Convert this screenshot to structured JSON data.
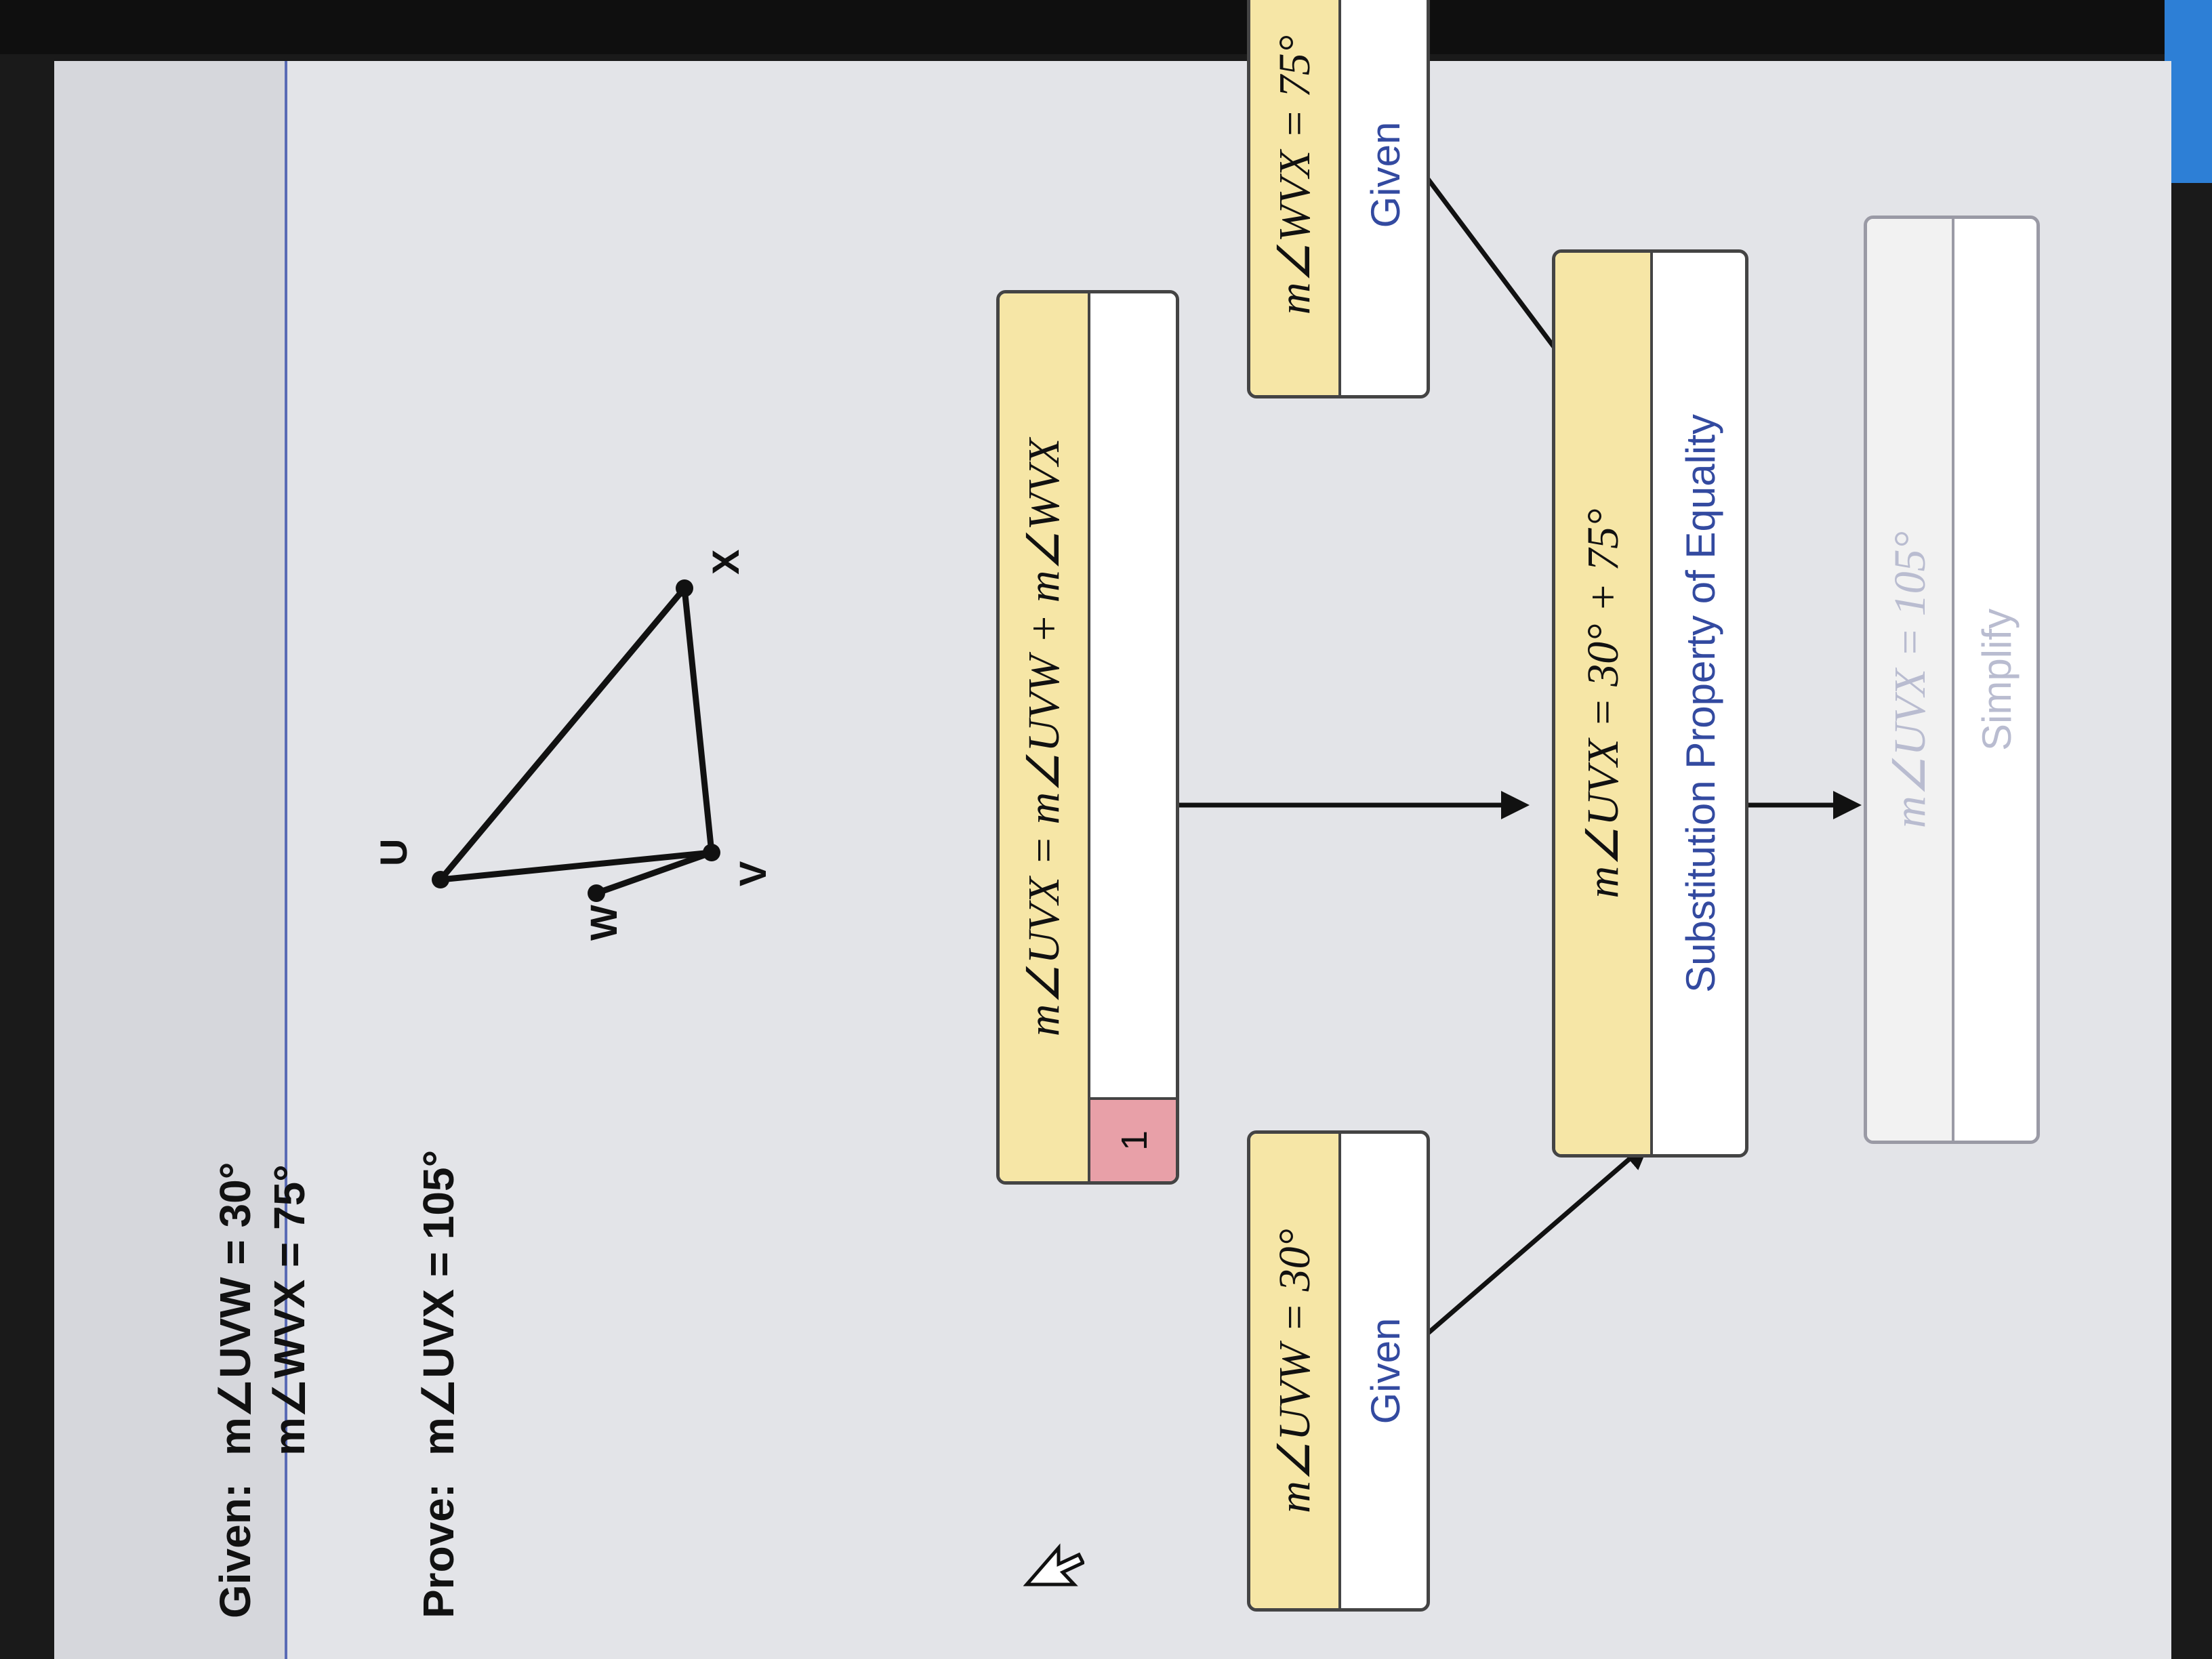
{
  "given": {
    "label": "Given:",
    "line1": "m∠UVW = 30°",
    "line2": "m∠WVX = 75°"
  },
  "prove": {
    "label": "Prove:",
    "statement": "m∠UVX = 105°"
  },
  "figure": {
    "points": {
      "u": "U",
      "w": "W",
      "v": "V",
      "x": "X"
    }
  },
  "proof": {
    "box_main": {
      "statement": "m∠UVX = m∠UVW + m∠WVX",
      "reason_number": "1",
      "reason": ""
    },
    "box_given1": {
      "statement": "m∠UVW = 30°",
      "reason": "Given"
    },
    "box_given2": {
      "statement": "m∠WVX = 75°",
      "reason": "Given"
    },
    "box_subst": {
      "statement": "m∠UVX = 30° + 75°",
      "reason": "Substitution Property of Equality"
    },
    "box_final": {
      "statement": "m∠UVX = 105°",
      "reason": "Simplify"
    }
  },
  "colors": {
    "statement_bg": "#f6e6a6",
    "reason_text": "#334aa0",
    "badge_bg": "#e8a0a8",
    "accent_strip": "#2d7fd6"
  }
}
